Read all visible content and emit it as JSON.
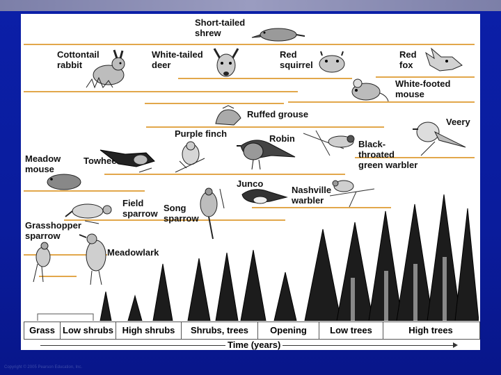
{
  "labels": {
    "short_tailed_shrew": "Short-tailed\nshrew",
    "cottontail_rabbit": "Cottontail\nrabbit",
    "white_tailed_deer": "White-tailed\ndeer",
    "red_squirrel": "Red\nsquirrel",
    "red_fox": "Red\nfox",
    "white_footed_mouse": "White-footed\nmouse",
    "ruffed_grouse": "Ruffed grouse",
    "purple_finch": "Purple finch",
    "robin": "Robin",
    "black_throated_green_warbler": "Black-\nthroated\ngreen warbler",
    "veery": "Veery",
    "meadow_mouse": "Meadow\nmouse",
    "towhee": "Towhee",
    "junco": "Junco",
    "nashville_warbler": "Nashville\nwarbler",
    "field_sparrow": "Field\nsparrow",
    "song_sparrow": "Song\nsparrow",
    "grasshopper_sparrow": "Grasshopper\nsparrow",
    "meadowlark": "Meadowlark"
  },
  "stages": [
    "Grass",
    "Low shrubs",
    "High shrubs",
    "Shrubs, trees",
    "Opening",
    "Low trees",
    "High trees"
  ],
  "axis": {
    "label": "Time (years)"
  },
  "copyright": "Copyright © 2005 Pearson Education, Inc.",
  "colors": {
    "background": "#0a1c9c",
    "range_line": "#e2a74a",
    "panel": "#ffffff"
  },
  "icons": [
    "shrew-icon",
    "rabbit-icon",
    "deer-icon",
    "squirrel-icon",
    "fox-icon",
    "mouse-icon",
    "grouse-icon",
    "finch-icon",
    "robin-icon",
    "warbler-icon",
    "veery-icon",
    "meadow-mouse-icon",
    "towhee-icon",
    "junco-icon",
    "nashville-warbler-icon",
    "field-sparrow-icon",
    "song-sparrow-icon",
    "grasshopper-sparrow-icon",
    "meadowlark-icon",
    "forest-illustration"
  ]
}
